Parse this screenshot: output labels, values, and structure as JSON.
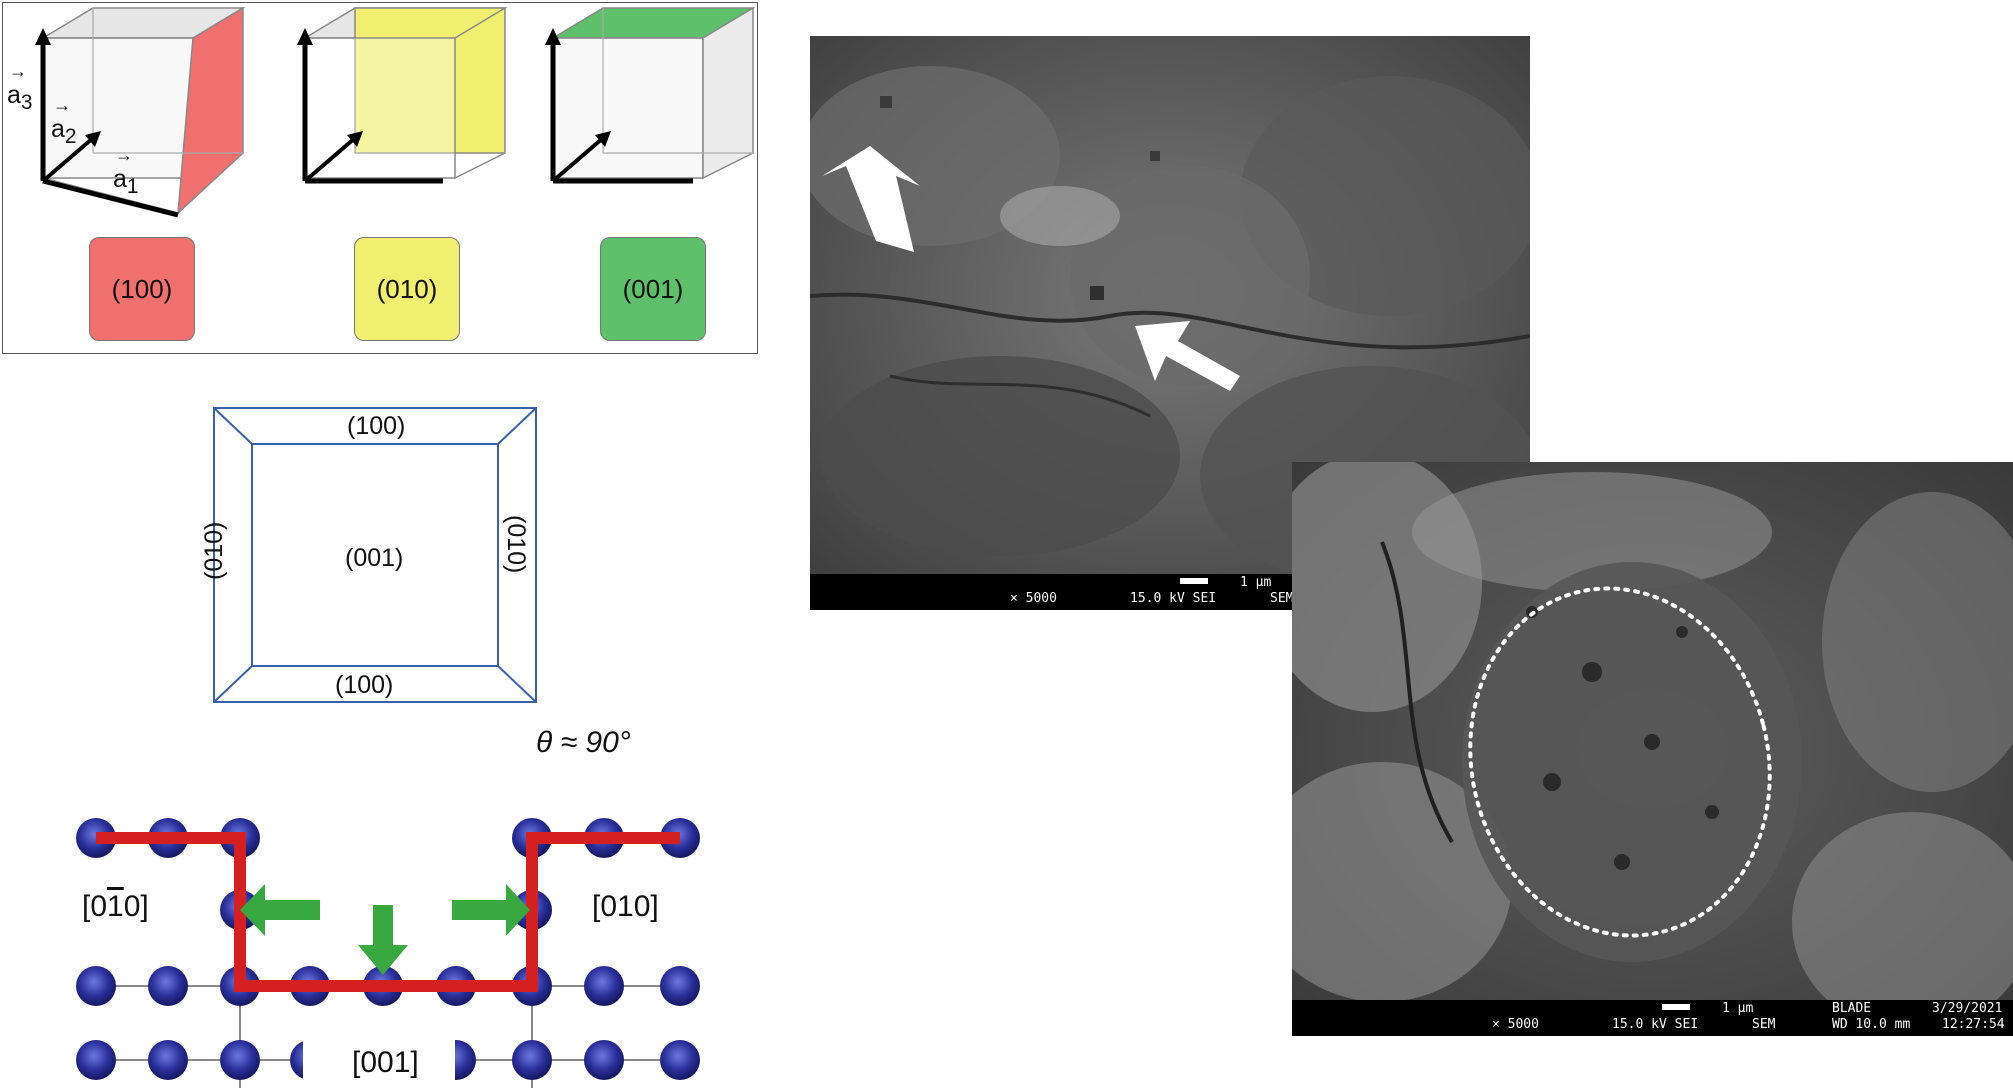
{
  "crystal_panel": {
    "axes": {
      "a1": "a",
      "a1_sub": "1",
      "a2": "a",
      "a2_sub": "2",
      "a3": "a",
      "a3_sub": "3"
    },
    "planes": [
      {
        "label": "(100)",
        "color": "#f07070"
      },
      {
        "label": "(010)",
        "color": "#f0ef70"
      },
      {
        "label": "(001)",
        "color": "#5ec06a"
      }
    ]
  },
  "prism": {
    "top": "(100)",
    "bottom": "(100)",
    "left": "(010)",
    "right": "(010)",
    "center": "(001)",
    "angle": "θ ≈ 90°"
  },
  "atomic_model": {
    "left_dir": "[0",
    "left_dir_bar": "1",
    "left_dir_end": "0]",
    "right_dir": "[010]",
    "bottom_dir": "[001]"
  },
  "sem_top": {
    "mag": "× 5000",
    "voltage": "15.0 kV SEI",
    "mode": "SEM",
    "scale": "1 µm"
  },
  "sem_bottom": {
    "mag": "× 5000",
    "voltage": "15.0 kV SEI",
    "mode": "SEM",
    "scale": "1 µm",
    "operator": "BLADE",
    "wd": "WD 10.0 mm",
    "date": "3/29/2021",
    "time": "12:27:54"
  },
  "colors": {
    "atom": "#2a2f9a",
    "path": "#d42020",
    "arrow": "#3aa840",
    "sem_dark": "#4a4a4a"
  }
}
